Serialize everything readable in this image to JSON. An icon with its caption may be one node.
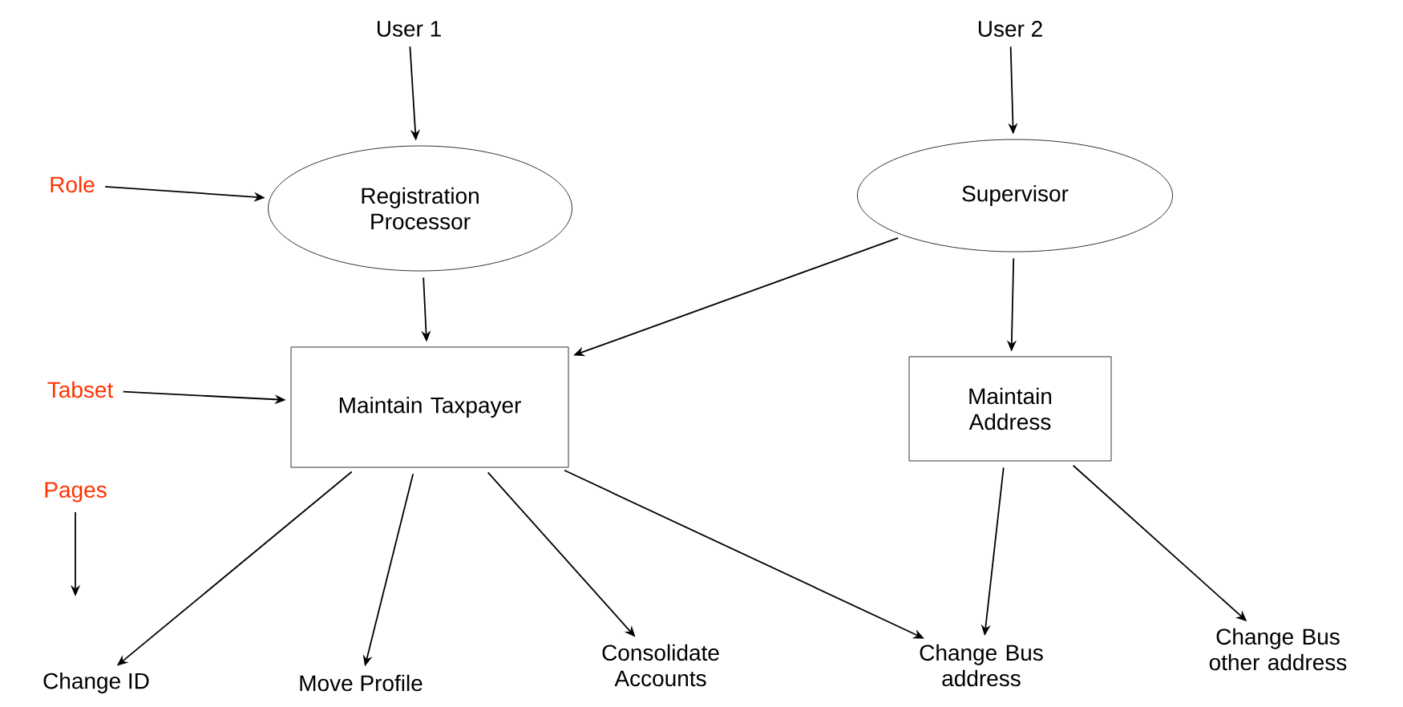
{
  "diagram": {
    "nodes": [
      {
        "text": [
          "User 1"
        ]
      },
      {
        "text": [
          "User 2"
        ]
      },
      {
        "text": [
          "Role"
        ]
      },
      {
        "text": [
          "Registration Processor"
        ]
      },
      {
        "text": [
          "Supervisor"
        ]
      },
      {
        "text": [
          "Tabset"
        ]
      },
      {
        "text": [
          "Maintain Taxpayer"
        ]
      },
      {
        "text": [
          "Maintain Address"
        ]
      },
      {
        "text": [
          "Pages"
        ]
      },
      {
        "text": [
          "Change ID"
        ]
      },
      {
        "text": [
          "Move Profile"
        ]
      },
      {
        "text": [
          "Consolidate Accounts"
        ]
      },
      {
        "text": [
          "Change Bus address"
        ]
      },
      {
        "text": [
          "Change Bus other address"
        ]
      }
    ],
    "edges": [
      {
        "from": 0,
        "to": 3,
        "arrow": "to"
      },
      {
        "from": 1,
        "to": 4,
        "arrow": "to"
      },
      {
        "from": 2,
        "to": 3,
        "arrow": "to"
      },
      {
        "from": 3,
        "to": 6,
        "arrow": "to"
      },
      {
        "from": 4,
        "to": 6,
        "arrow": "to"
      },
      {
        "from": 4,
        "to": 7,
        "arrow": "to"
      },
      {
        "from": 5,
        "to": 6,
        "arrow": "to"
      },
      {
        "from": 6,
        "to": 9,
        "arrow": "to"
      },
      {
        "from": 6,
        "to": 10,
        "arrow": "to"
      },
      {
        "from": 6,
        "to": 11,
        "arrow": "to"
      },
      {
        "from": 6,
        "to": 12,
        "arrow": "to"
      },
      {
        "from": 7,
        "to": 12,
        "arrow": "to"
      },
      {
        "from": 7,
        "to": 13,
        "arrow": "to"
      },
      {
        "from": 8,
        "to": null,
        "arrow": "to"
      }
    ]
  }
}
